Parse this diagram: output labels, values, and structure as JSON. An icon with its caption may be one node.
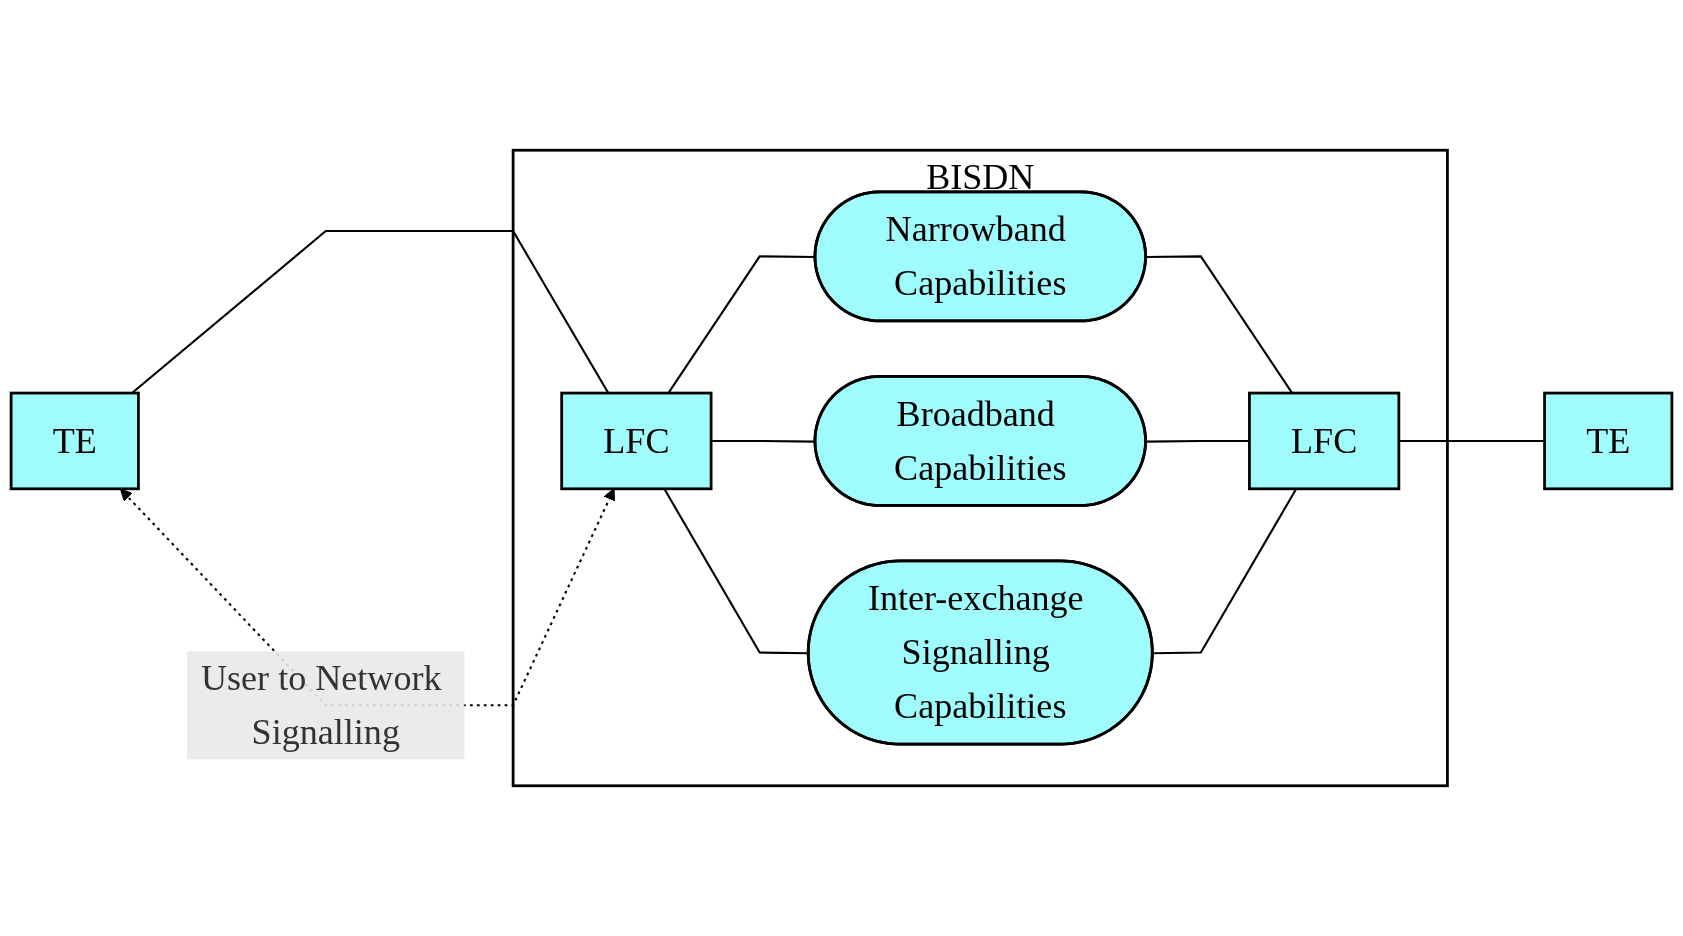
{
  "diagram": {
    "nodes": [
      {
        "text": [
          "TE"
        ]
      },
      {
        "text": [
          "BISDN"
        ]
      },
      {
        "text": [
          "LFC"
        ],
        "in": 1
      },
      {
        "text": [
          "Narrowband Capabilities"
        ],
        "in": 1
      },
      {
        "text": [
          "Broadband Capabilities"
        ],
        "in": 1
      },
      {
        "text": [
          "Inter-exchange Signalling Capabilities"
        ],
        "in": 1
      },
      {
        "text": [
          "LFC"
        ],
        "in": 1
      },
      {
        "text": [
          "TE"
        ]
      }
    ],
    "edges": [
      {
        "from": 0,
        "to": 2,
        "arrow": "none"
      },
      {
        "from": 2,
        "to": 3,
        "arrow": "none"
      },
      {
        "from": 2,
        "to": 4,
        "arrow": "none"
      },
      {
        "from": 2,
        "to": 5,
        "arrow": "none"
      },
      {
        "from": 3,
        "to": 6,
        "arrow": "none"
      },
      {
        "from": 4,
        "to": 6,
        "arrow": "none"
      },
      {
        "from": 5,
        "to": 6,
        "arrow": "none"
      },
      {
        "from": 6,
        "to": 7,
        "arrow": "none"
      },
      {
        "from": 0,
        "to": 2,
        "arrow": "both",
        "style": "dashed",
        "label": "User to Network Signalling"
      }
    ]
  }
}
